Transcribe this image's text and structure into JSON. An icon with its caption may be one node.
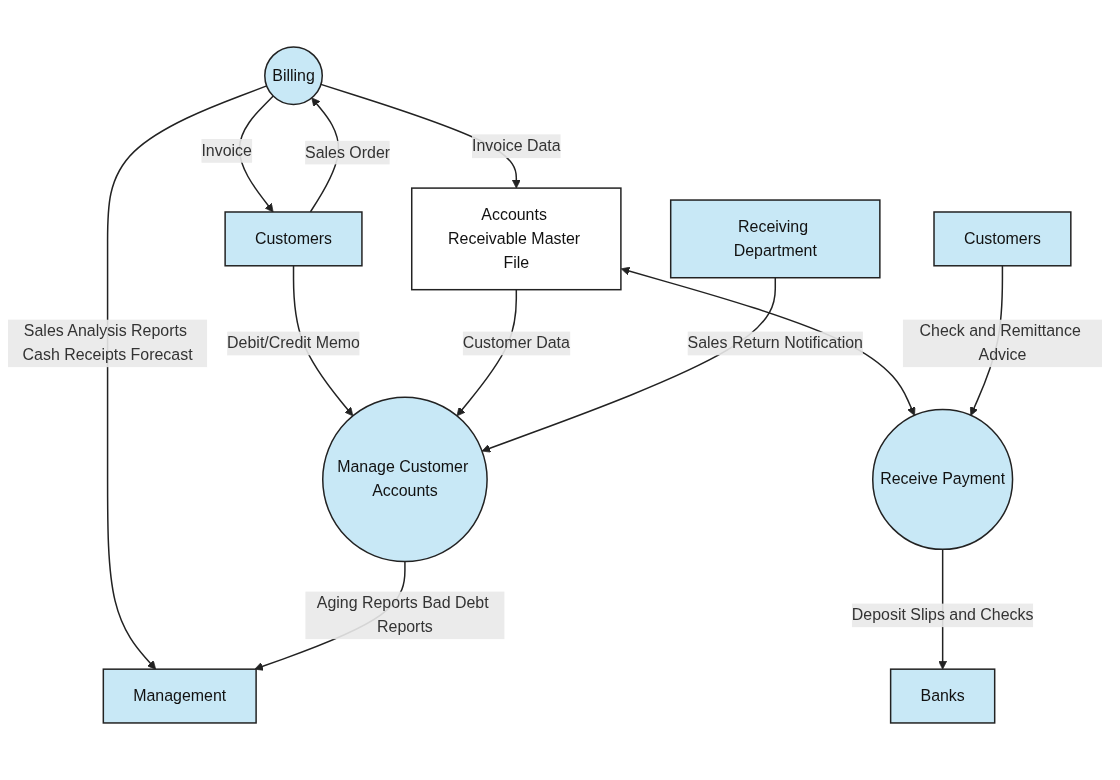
{
  "diagram": {
    "nodes": [
      {
        "text": [
          "Management"
        ]
      },
      {
        "text": [
          "Billing"
        ]
      },
      {
        "text": [
          "Accounts Receivable Master File"
        ]
      },
      {
        "text": [
          "Customers"
        ]
      },
      {
        "text": [
          "Receive Payment"
        ]
      },
      {
        "text": [
          "Manage Customer Accounts"
        ]
      },
      {
        "text": [
          "Receiving Department"
        ]
      },
      {
        "text": [
          "Customers"
        ]
      },
      {
        "text": [
          "Banks"
        ]
      }
    ],
    "edges": [
      {
        "from": 1,
        "to": 0,
        "arrow": "to",
        "label": "Sales Analysis Reports Cash Receipts Forecast"
      },
      {
        "from": 1,
        "to": 2,
        "arrow": "to",
        "label": "Invoice Data"
      },
      {
        "from": 1,
        "to": 3,
        "arrow": "to",
        "label": "Invoice"
      },
      {
        "from": 3,
        "to": 1,
        "arrow": "to",
        "label": "Sales Order"
      },
      {
        "from": 3,
        "to": 5,
        "arrow": "to",
        "label": "Debit/Credit Memo"
      },
      {
        "from": 2,
        "to": 5,
        "arrow": "to",
        "label": "Customer Data"
      },
      {
        "from": 5,
        "to": 0,
        "arrow": "to",
        "label": "Aging Reports Bad Debt Reports"
      },
      {
        "from": 2,
        "to": 4,
        "arrow": "both"
      },
      {
        "from": 6,
        "to": 5,
        "arrow": "to",
        "label": "Sales Return Notification"
      },
      {
        "from": 7,
        "to": 4,
        "arrow": "to",
        "label": "Check and Remittance Advice"
      },
      {
        "from": 4,
        "to": 8,
        "arrow": "to",
        "label": "Deposit Slips and Checks"
      }
    ]
  }
}
